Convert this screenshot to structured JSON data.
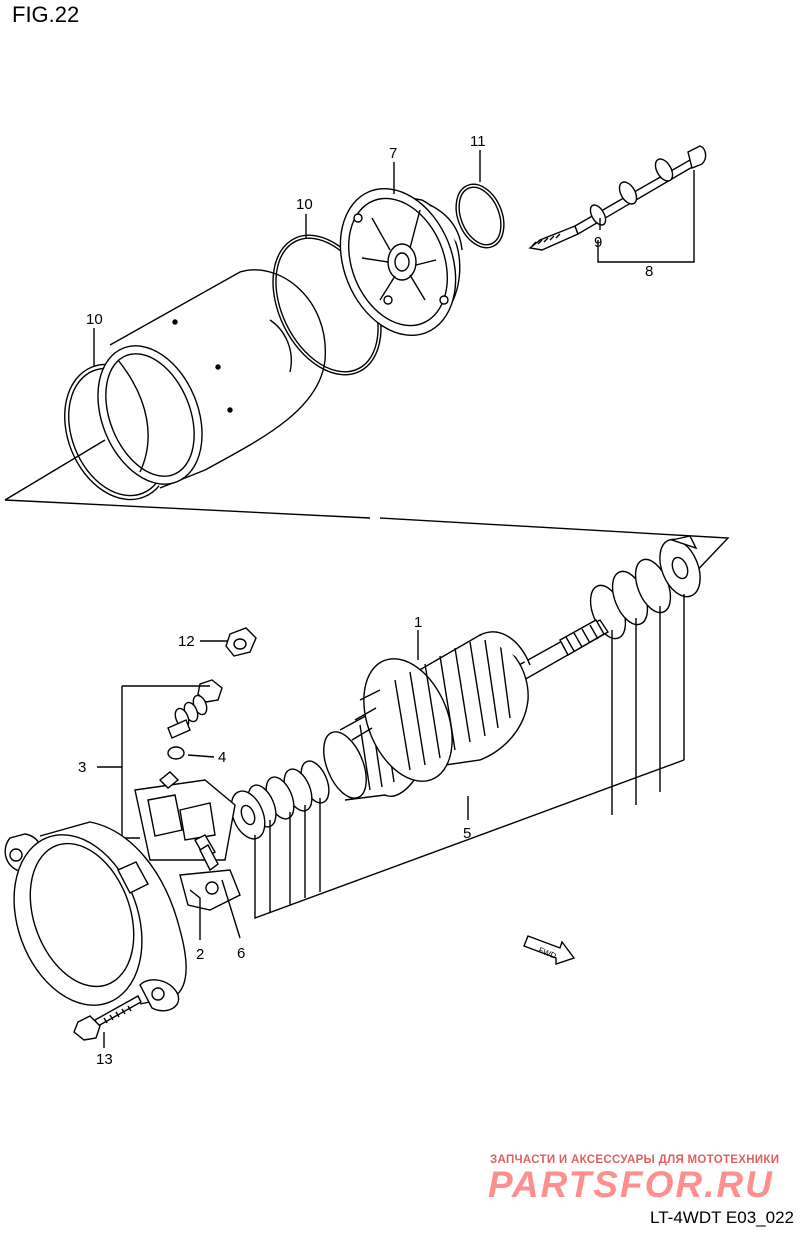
{
  "figure": {
    "title": "FIG.22",
    "code": "LT-4WDT E03_022"
  },
  "watermark": {
    "tagline": "ЗАПЧАСТИ И АКСЕССУАРЫ ДЛЯ МОТОТЕХНИКИ",
    "brand": "PARTSFOR.RU"
  },
  "callouts": {
    "c1": "1",
    "c2": "2",
    "c3": "3",
    "c4": "4",
    "c5": "5",
    "c6": "6",
    "c7": "7",
    "c8": "8",
    "c9": "9",
    "c10a": "10",
    "c10b": "10",
    "c11": "11",
    "c12": "12",
    "c13": "13"
  },
  "fwd_label": "FWD"
}
